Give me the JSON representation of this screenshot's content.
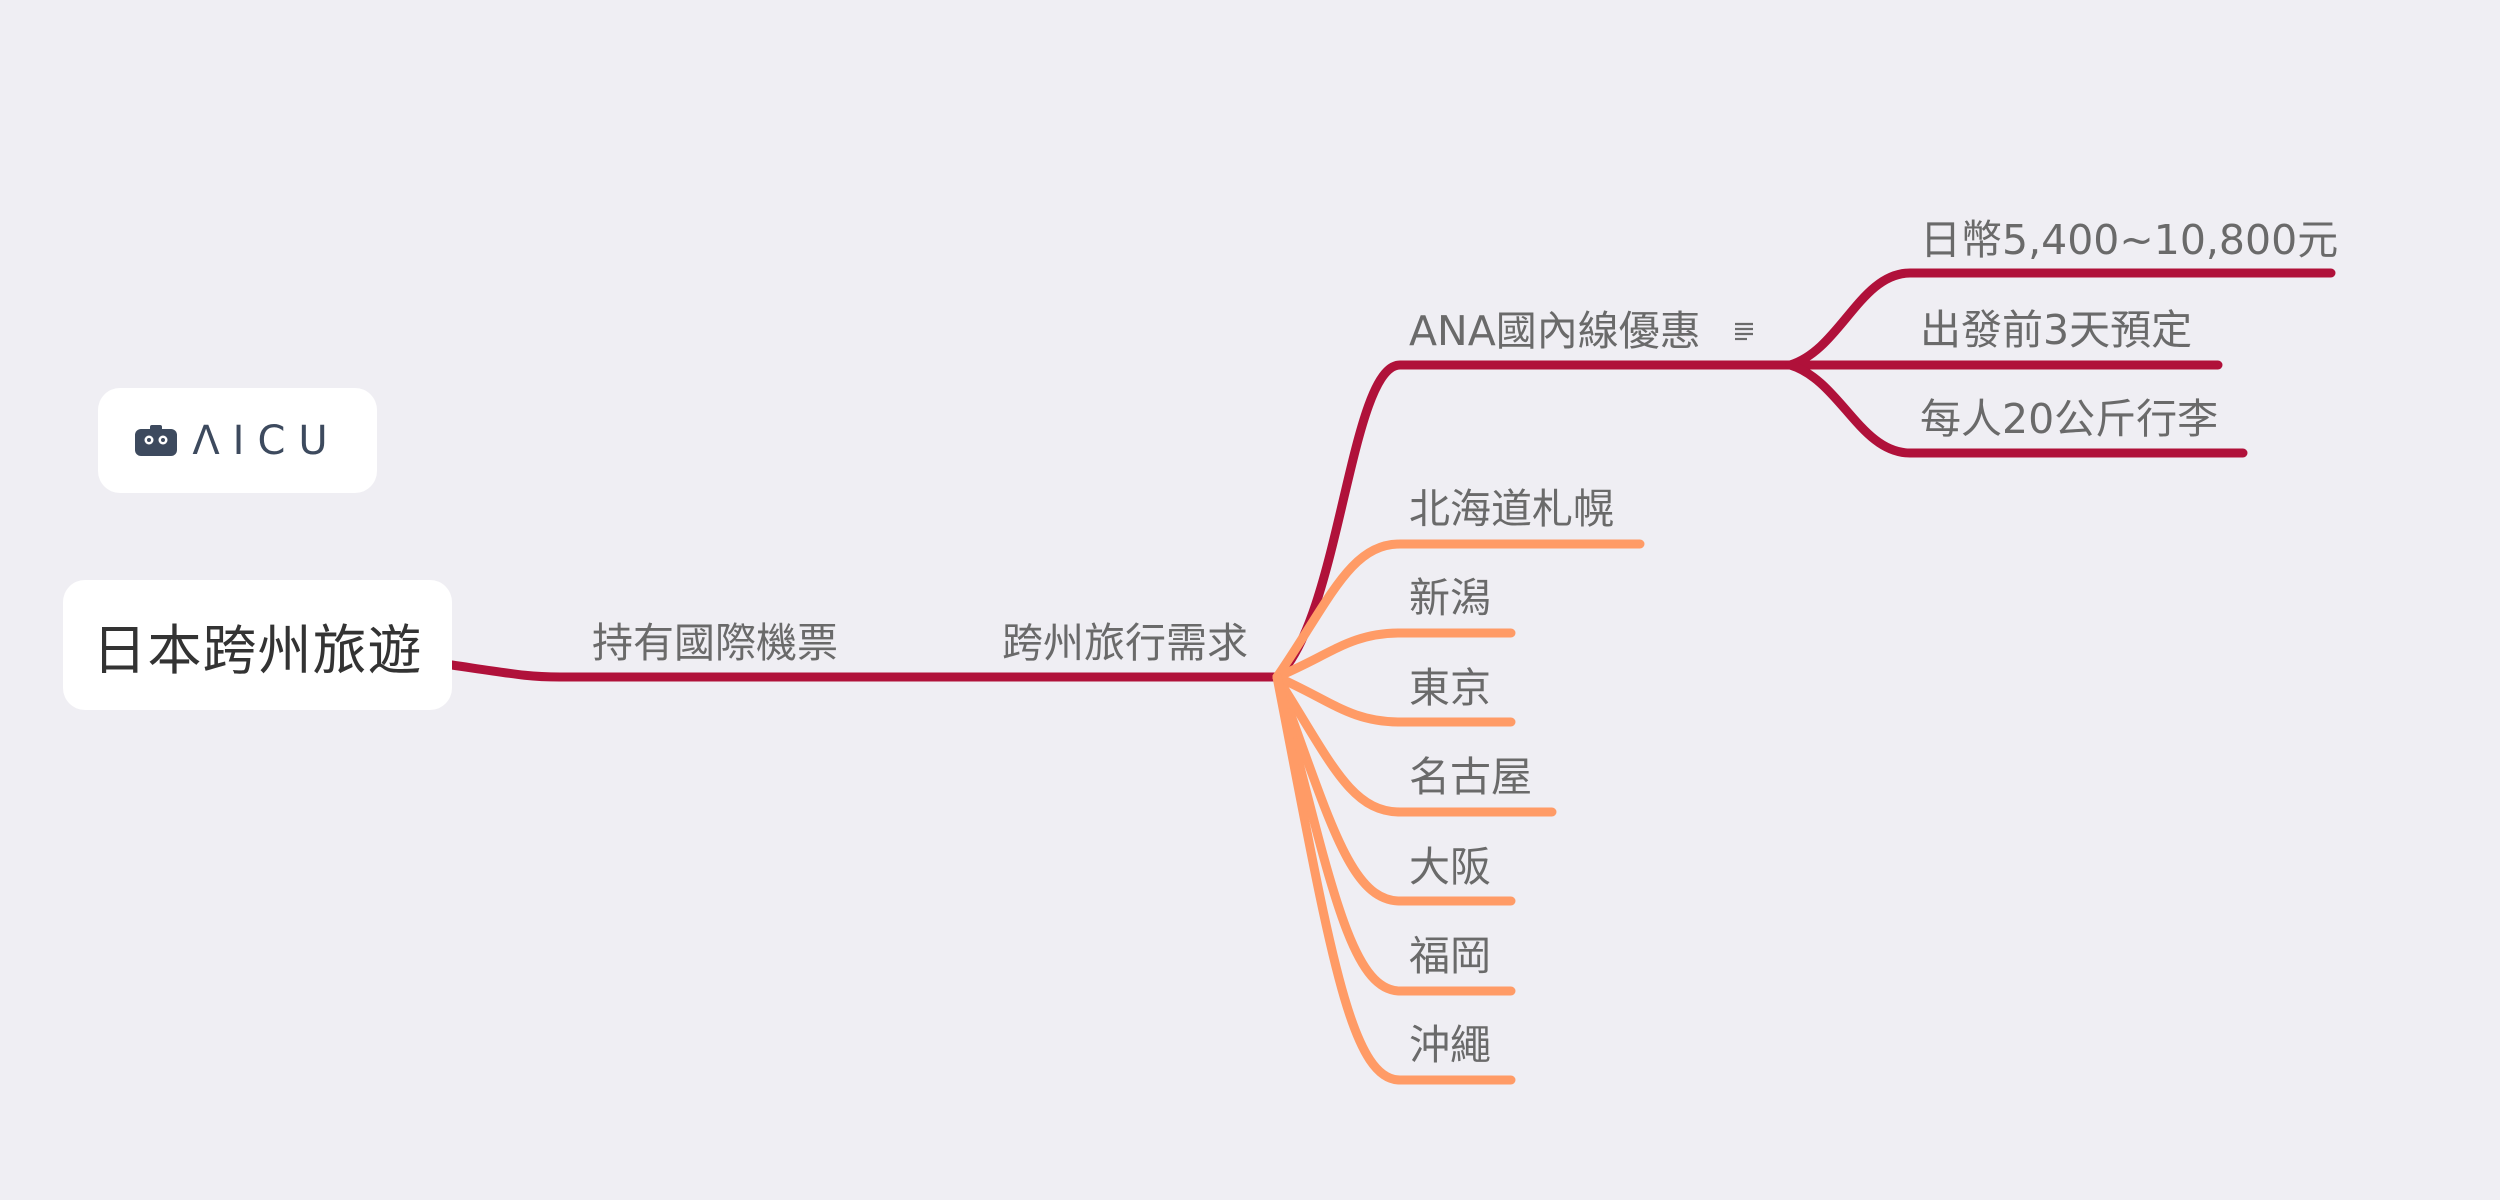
{
  "logo": {
    "text": "ΛICU",
    "icon": "robot-face-icon"
  },
  "root": {
    "title": "日本跨州旅遊"
  },
  "branches": {
    "ticket": "持有國際機票",
    "need": "跨州旅行需求",
    "ana": {
      "label": "ANA國內線優惠",
      "note_icon": "note-lines-icon",
      "details": [
        "日幣5,400~10,800元",
        "出發前3天預定",
        "每人20公斤行李"
      ]
    },
    "cities": [
      "北海道札幌",
      "新潟",
      "東京",
      "名古屋",
      "大阪",
      "福岡",
      "沖繩"
    ]
  },
  "colors": {
    "background": "#efeef3",
    "main_branch": "#b0113a",
    "city_branch": "#ff9b66",
    "label_text": "#6a6a6a",
    "root_text": "#333333"
  }
}
